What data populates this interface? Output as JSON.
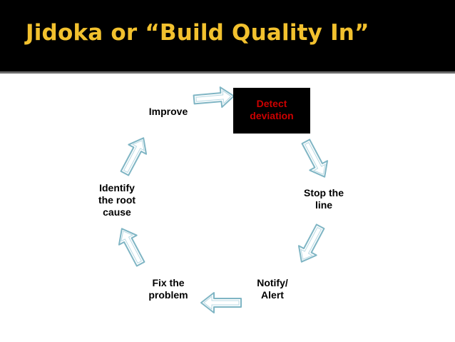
{
  "title": "Jidoka or “Build Quality In”",
  "cycle": {
    "nodes": [
      {
        "id": "detect",
        "lines": [
          "Detect",
          "deviation"
        ],
        "highlight": true,
        "text_color": "#cc0000",
        "box_color": "#000000"
      },
      {
        "id": "stop",
        "lines": [
          "Stop the",
          "line"
        ]
      },
      {
        "id": "notify",
        "lines": [
          "Notify/",
          "Alert"
        ]
      },
      {
        "id": "fix",
        "lines": [
          "Fix the",
          "problem"
        ]
      },
      {
        "id": "identify",
        "lines": [
          "Identify",
          "the root",
          "cause"
        ]
      },
      {
        "id": "improve",
        "lines": [
          "Improve"
        ]
      }
    ]
  },
  "colors": {
    "title_bar": "#000000",
    "title_text": "#f2c12e",
    "arrow_outline": "#7fb5c4"
  }
}
